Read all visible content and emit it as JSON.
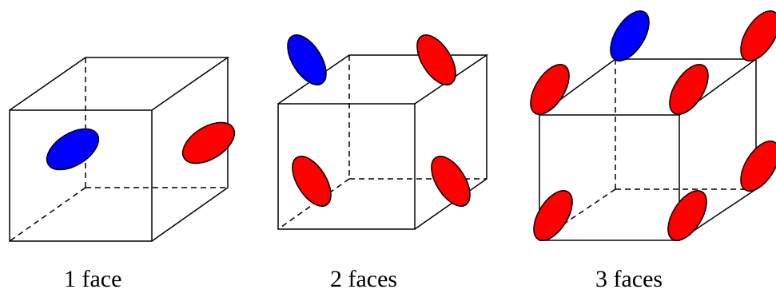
{
  "colors": {
    "blue_lobe": "#0000ff",
    "red_lobe": "#ff0000",
    "edges": "#000000"
  },
  "panels": [
    {
      "caption": "1 face",
      "lobes": [
        {
          "color": "blue"
        },
        {
          "color": "red"
        }
      ]
    },
    {
      "caption": "2 faces",
      "lobes": [
        {
          "color": "blue"
        },
        {
          "color": "red"
        },
        {
          "color": "red"
        },
        {
          "color": "red"
        }
      ]
    },
    {
      "caption": "3 faces",
      "lobes": [
        {
          "color": "blue"
        },
        {
          "color": "red"
        },
        {
          "color": "red"
        },
        {
          "color": "red"
        },
        {
          "color": "red"
        },
        {
          "color": "red"
        },
        {
          "color": "red"
        },
        {
          "color": "red"
        }
      ]
    }
  ]
}
